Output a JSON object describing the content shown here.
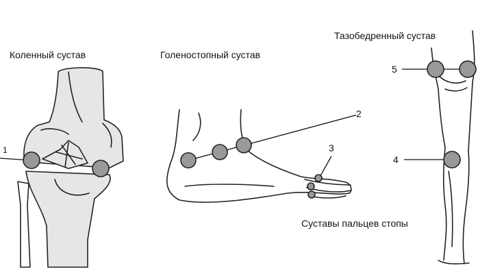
{
  "labels": {
    "knee": "Коленный сустав",
    "ankle": "Голеностопный сустав",
    "hip": "Тазобедренный сустав",
    "toes": "Суставы пальцев стопы"
  },
  "markers": {
    "m1": "1",
    "m2": "2",
    "m3": "3",
    "m4": "4",
    "m5": "5"
  },
  "colors": {
    "joint_fill": "#999999",
    "outline": "#222222",
    "bone_shade": "#d8d8d8"
  }
}
